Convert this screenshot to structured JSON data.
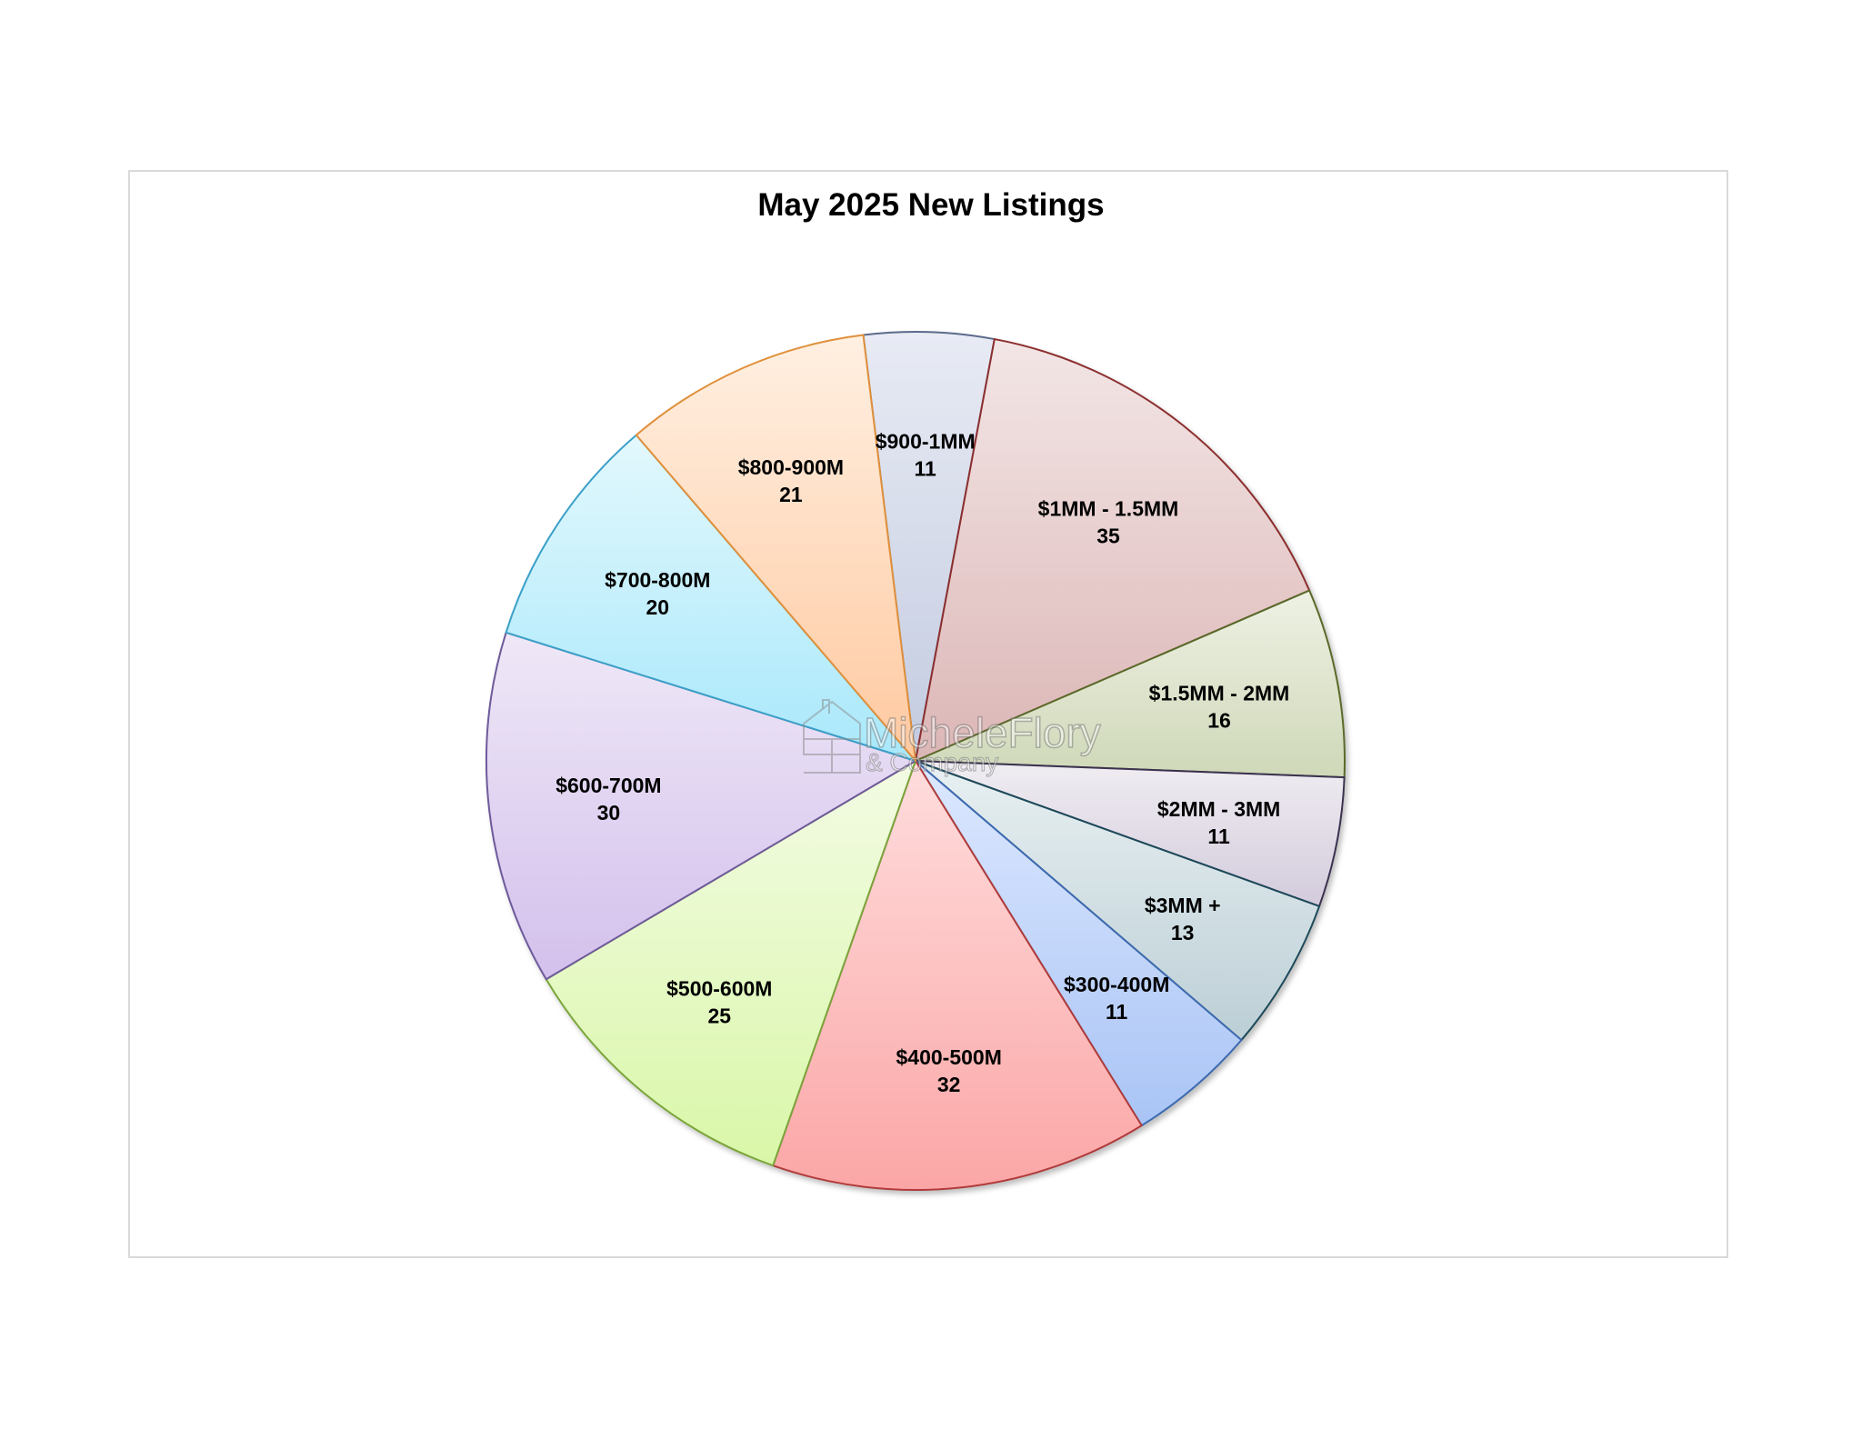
{
  "chart_data": {
    "type": "pie",
    "title": "May 2025 New Listings",
    "start_category": "$900-1MM",
    "direction": "clockwise",
    "slices": [
      {
        "label": "$900-1MM",
        "value": 11,
        "color_top": "#e8ebf4",
        "color_bottom": "#c3cbe0",
        "stroke": "#5b6b8c"
      },
      {
        "label": "$1MM - 1.5MM",
        "value": 35,
        "color_top": "#f3e6e6",
        "color_bottom": "#dcb6b6",
        "stroke": "#8c2f2f"
      },
      {
        "label": "$1.5MM - 2MM",
        "value": 16,
        "color_top": "#eef1e4",
        "color_bottom": "#cfd8b8",
        "stroke": "#5a6a2a"
      },
      {
        "label": "$2MM - 3MM",
        "value": 11,
        "color_top": "#f0edf2",
        "color_bottom": "#d3cbdc",
        "stroke": "#3a3050"
      },
      {
        "label": "$3MM +",
        "value": 13,
        "color_top": "#e8f0f2",
        "color_bottom": "#bccfd6",
        "stroke": "#1e4a5a"
      },
      {
        "label": "$300-400M",
        "value": 11,
        "color_top": "#dde8ff",
        "color_bottom": "#a9c4f5",
        "stroke": "#3d6bb0"
      },
      {
        "label": "$400-500M",
        "value": 32,
        "color_top": "#ffdddd",
        "color_bottom": "#fba6a6",
        "stroke": "#b03a3a"
      },
      {
        "label": "$500-600M",
        "value": 25,
        "color_top": "#f3fbe4",
        "color_bottom": "#d9f7a8",
        "stroke": "#7aa53a"
      },
      {
        "label": "$600-700M",
        "value": 30,
        "color_top": "#efe8f7",
        "color_bottom": "#d3c0ec",
        "stroke": "#6e5a9a"
      },
      {
        "label": "$700-800M",
        "value": 20,
        "color_top": "#e3f8fd",
        "color_bottom": "#a8e8fb",
        "stroke": "#3aa0c8"
      },
      {
        "label": "$800-900M",
        "value": 21,
        "color_top": "#fff0e2",
        "color_bottom": "#ffc9a0",
        "stroke": "#e0903a"
      }
    ]
  },
  "watermark": {
    "line1": "MicheleFlory",
    "line2": "& Company",
    "icon": "house-logo-icon"
  }
}
